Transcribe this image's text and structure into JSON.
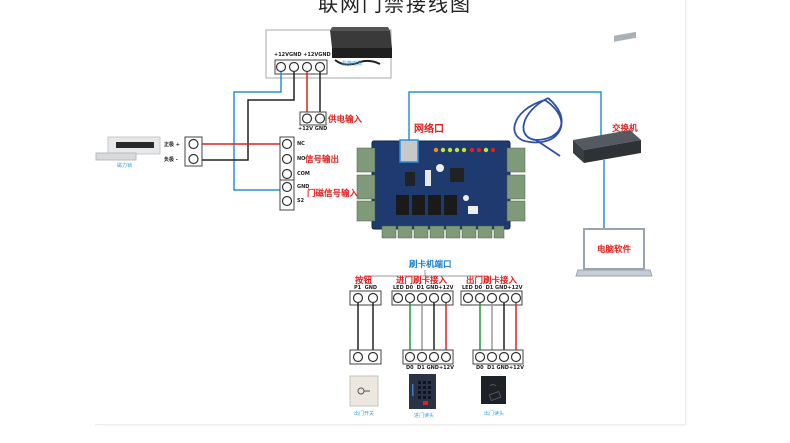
{
  "title": "联网门禁接线图",
  "power_supply": {
    "caption": "机箱电源",
    "terminals": [
      "+12V",
      "GND",
      "+12V",
      "GND"
    ]
  },
  "power_input": {
    "label": "供电输入",
    "terminals": [
      "+12V",
      "GND"
    ]
  },
  "maglock": {
    "caption": "磁力锁",
    "terminals": [
      "正极 +",
      "负极 -"
    ]
  },
  "signal_output": {
    "label": "信号输出",
    "terminals": [
      "NC",
      "NO",
      "COM"
    ]
  },
  "door_sensor": {
    "label": "门磁信号输入",
    "terminals": [
      "GND",
      "S2"
    ]
  },
  "controller": {
    "network_port_label": "网络口"
  },
  "switch": {
    "label": "交换机"
  },
  "computer": {
    "label": "电脑软件"
  },
  "reader_ports": {
    "label": "刷卡机端口",
    "groups": [
      {
        "label": "按钮",
        "terminals": [
          "P1",
          "GND"
        ],
        "device_terminals": [],
        "caption": "出门开关"
      },
      {
        "label": "进门刷卡接入",
        "terminals": [
          "LED",
          "D0",
          "D1",
          "GND",
          "+12V"
        ],
        "device_terminals": [
          "D0",
          "D1",
          "GND",
          "+12V"
        ],
        "caption": "进门读头"
      },
      {
        "label": "出门刷卡接入",
        "terminals": [
          "LED",
          "D0",
          "D1",
          "GND",
          "+12V"
        ],
        "device_terminals": [
          "D0",
          "D1",
          "GND",
          "+12V"
        ],
        "caption": "出门读头"
      }
    ]
  },
  "wire_colors": {
    "positive": "#e02020",
    "ground": "#222222",
    "signal": "#2a8fd8",
    "data0": "#1c9a3a",
    "data1": "#9a9a9a",
    "network": "#2a8fd8"
  }
}
